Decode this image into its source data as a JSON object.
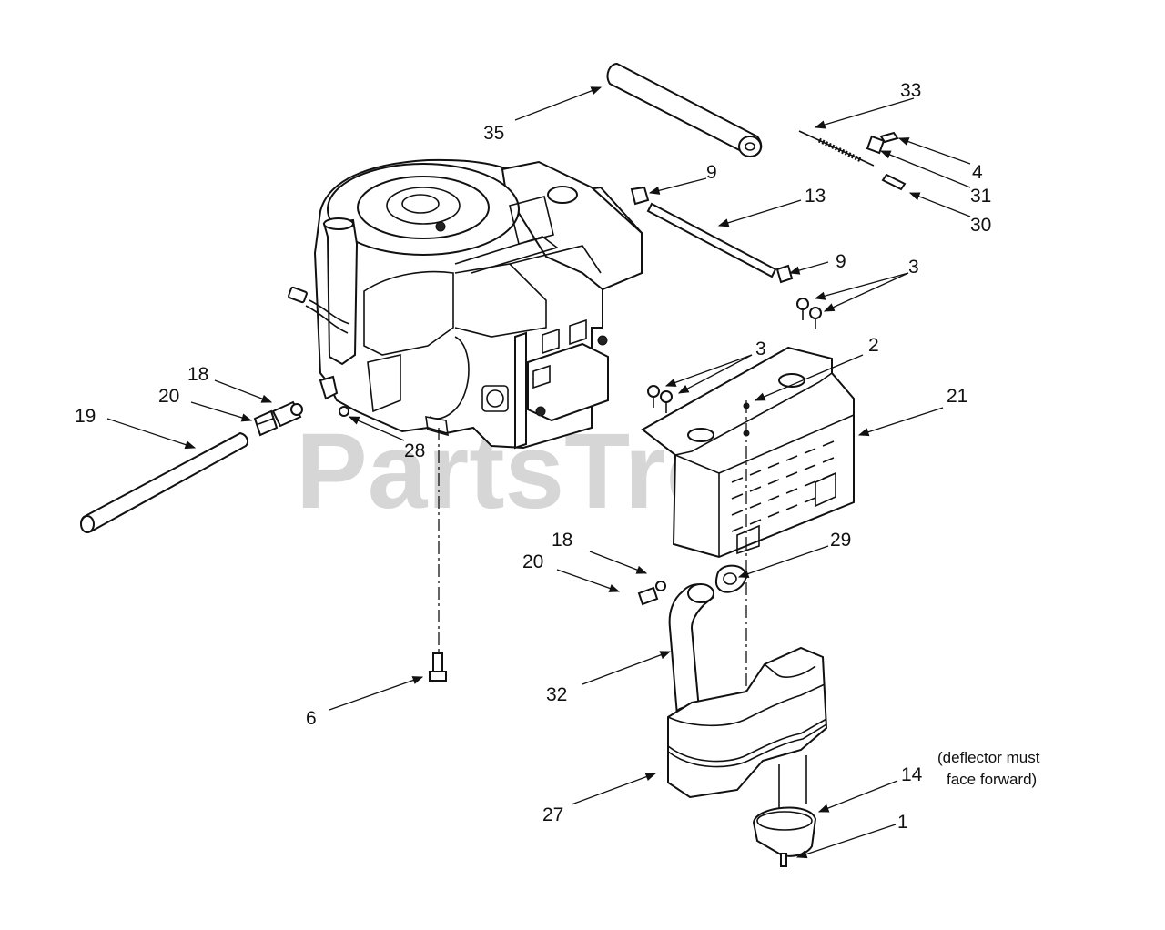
{
  "watermark": "PartsTree",
  "note": {
    "line1": "(deflector must",
    "line2": "face forward)"
  },
  "callouts": [
    "35",
    "33",
    "9",
    "4",
    "13",
    "31",
    "30",
    "9",
    "3",
    "18",
    "20",
    "19",
    "3",
    "2",
    "21",
    "28",
    "18",
    "29",
    "20",
    "6",
    "32",
    "14",
    "27",
    "1"
  ],
  "icons": {
    "engine": "engine-icon",
    "muffler": "muffler-icon",
    "heat_shield": "heat-shield-icon",
    "exhaust_pipe": "exhaust-pipe-icon",
    "deflector": "deflector-icon",
    "grip": "grip-tube-icon",
    "rod": "rod-icon",
    "hose": "hose-icon",
    "spring": "spring-icon",
    "gasket": "gasket-icon",
    "bolt": "bolt-icon",
    "nut": "nut-icon",
    "clamp": "clamp-icon",
    "fitting": "fitting-icon"
  },
  "colors": {
    "line": "#111111",
    "watermark": "#c9c9c9",
    "background": "#ffffff"
  }
}
